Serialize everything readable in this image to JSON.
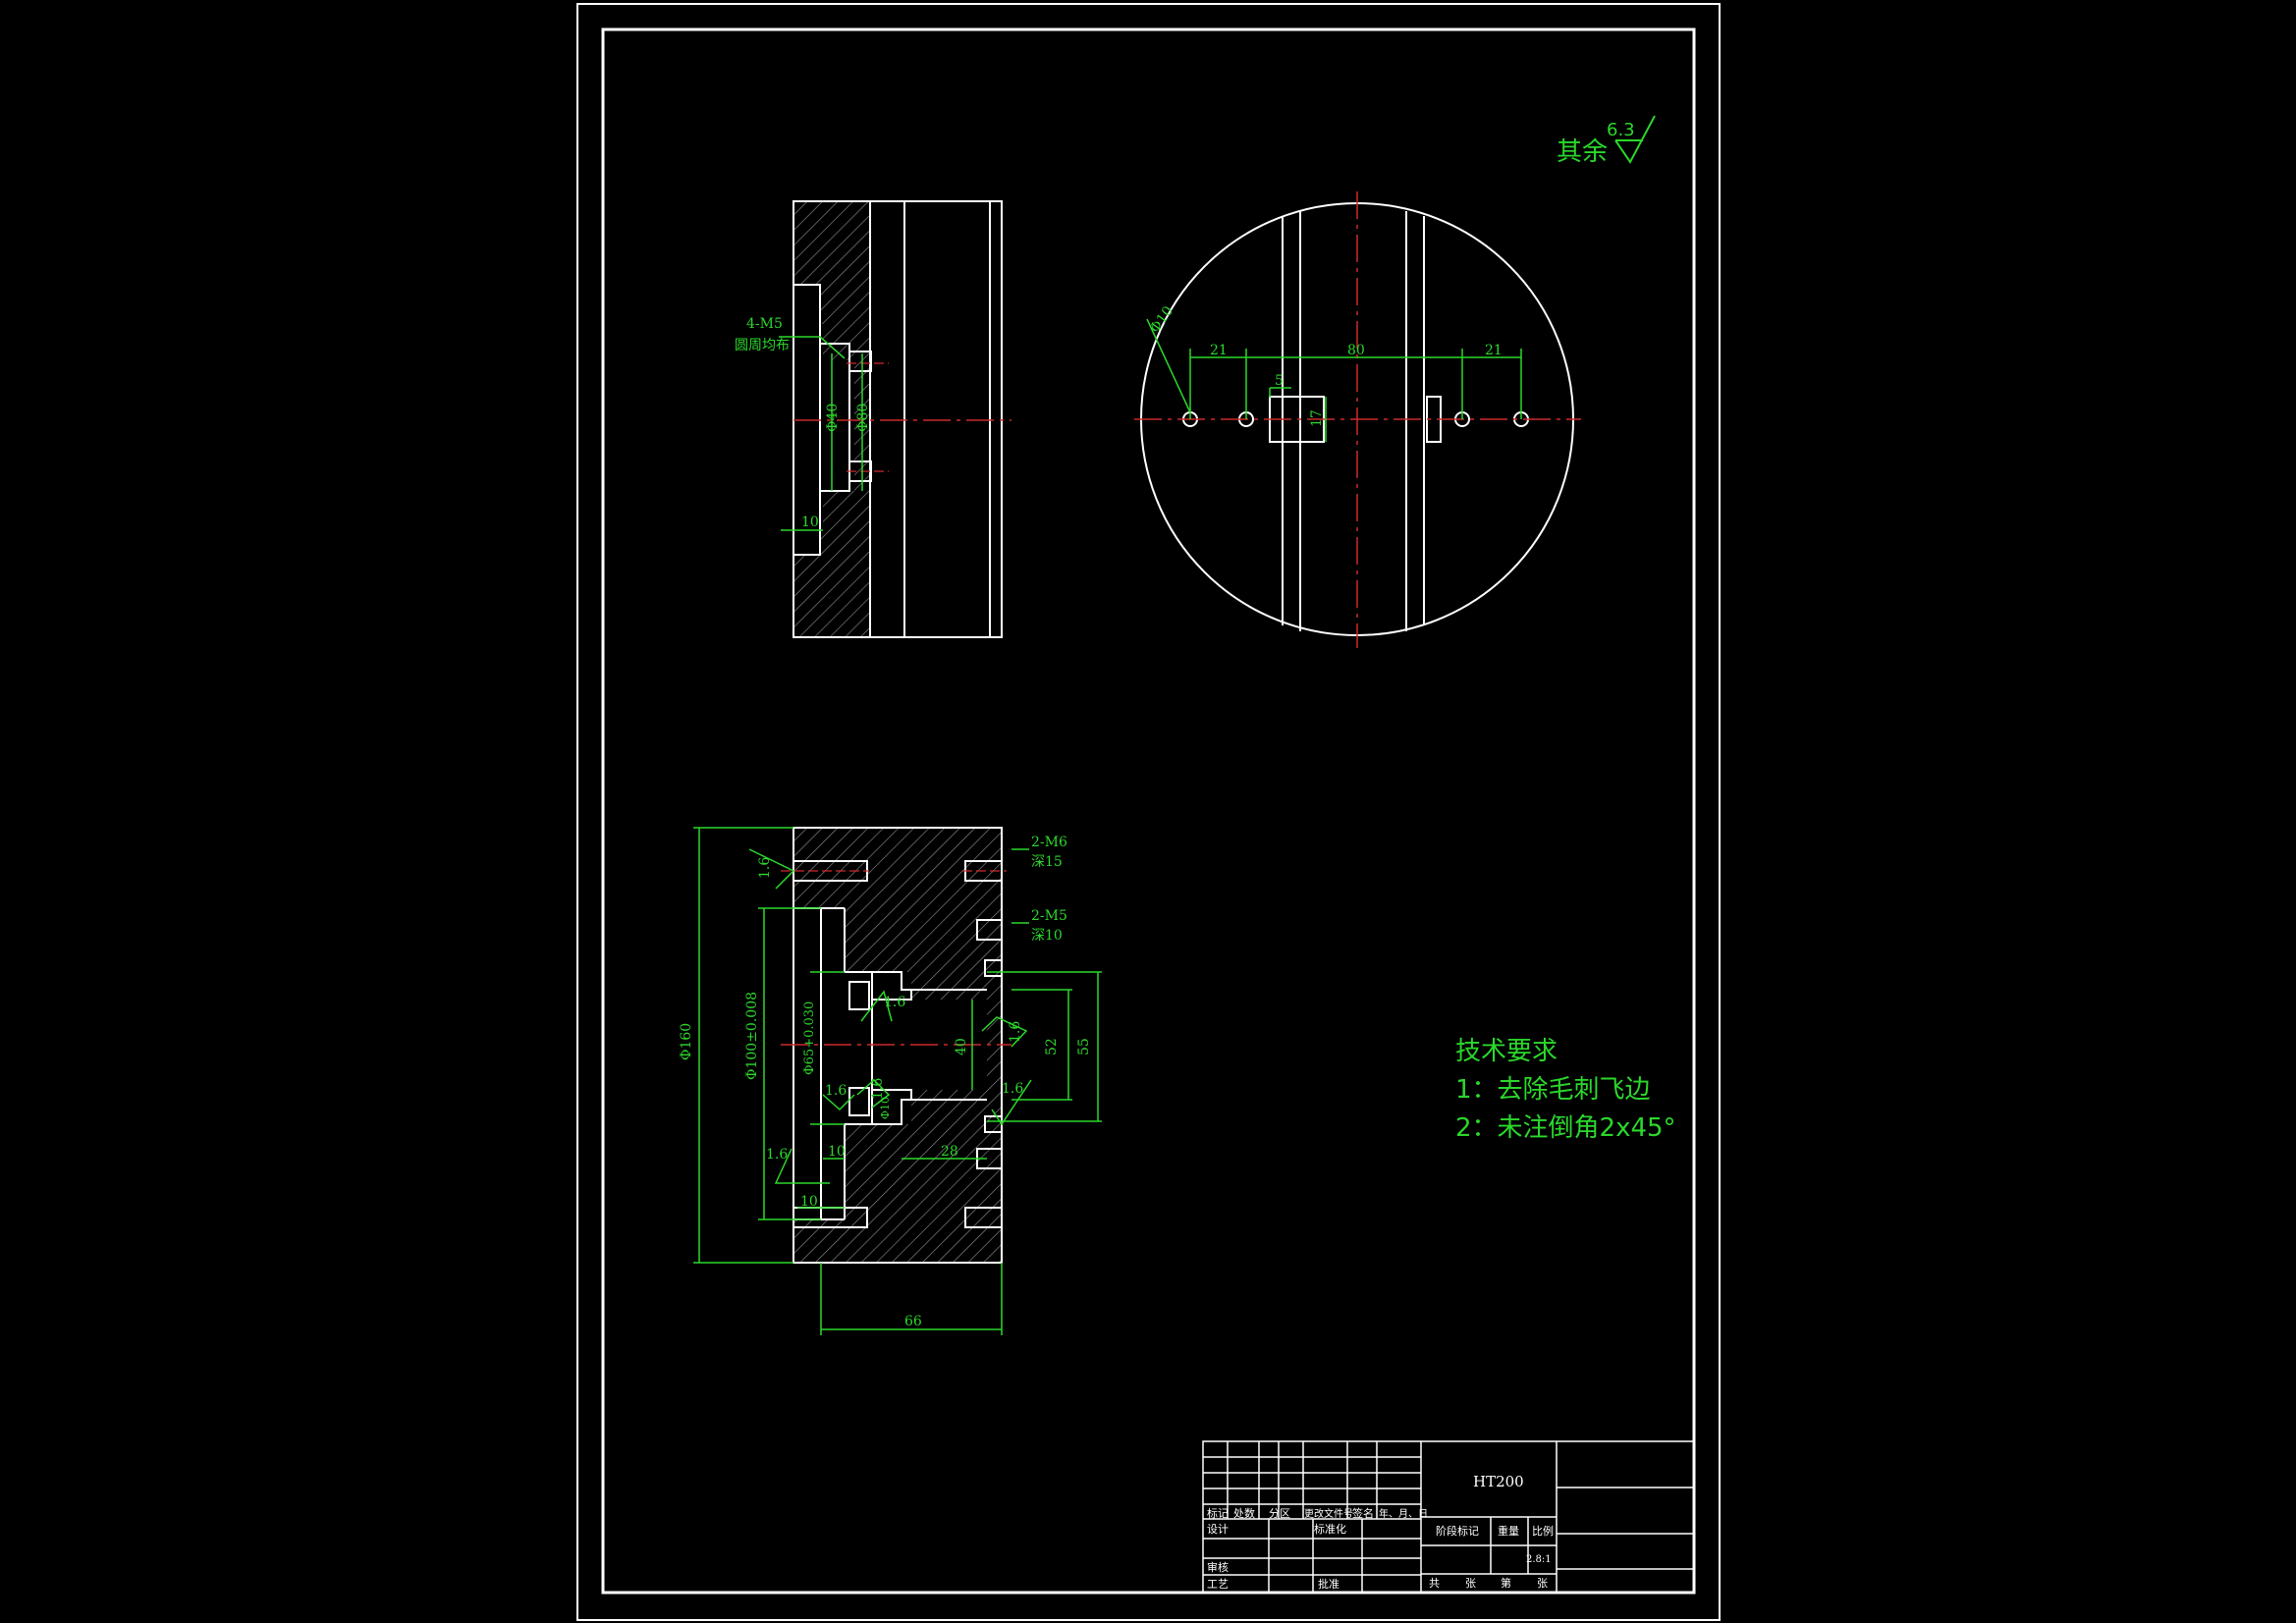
{
  "surface_finish": {
    "label": "其余",
    "value": "6.3"
  },
  "side_view": {
    "callout_thread": "4-M5",
    "callout_note": "圆周均布",
    "dia_inner": "Φ40",
    "dia_outer": "Φ80",
    "dim_depth": "10"
  },
  "top_view": {
    "phi_note": "Φ10",
    "dim_left": "21",
    "dim_center": "80",
    "dim_right": "21",
    "dim_slot_w": "5",
    "dim_slot_h": "17"
  },
  "section_view": {
    "callout_m6": "2-M6",
    "callout_m6_depth": "深15",
    "callout_m5": "2-M5",
    "callout_m5_depth": "深10",
    "dia_overall": "Φ160",
    "dia_pocket": "Φ100±0.008",
    "dia_bore": "Φ65+0.030",
    "dim_40": "40",
    "dim_52": "52",
    "dim_55": "55",
    "dim_10a": "10",
    "dim_10b": "10",
    "dim_28": "28",
    "dim_66": "66",
    "roughness_1": "1.6",
    "roughness_2": "1.6",
    "roughness_3": "1.6",
    "roughness_4": "1.6",
    "roughness_5": "1.6",
    "roughness_6": "1.6",
    "roughness_7": "1.6",
    "small_note": "Φ10"
  },
  "tech_requirements": {
    "title": "技术要求",
    "item1": "1：去除毛刺飞边",
    "item2": "2：未注倒角2x45°"
  },
  "title_block": {
    "material": "HT200",
    "h_mark": "标记",
    "h_count": "处数",
    "h_zone": "分区",
    "h_doc": "更改文件号",
    "h_sign": "签名",
    "h_date": "年、月、日",
    "r_design": "设计",
    "r_std": "标准化",
    "r_check": "审核",
    "r_process": "工艺",
    "r_approve": "批准",
    "stage": "阶段标记",
    "weight": "重量",
    "scale": "比例",
    "scale_value": "2.8:1",
    "sheets_total": "共",
    "sheets_unit": "张",
    "sheet_no": "第",
    "sheet_unit2": "张"
  }
}
